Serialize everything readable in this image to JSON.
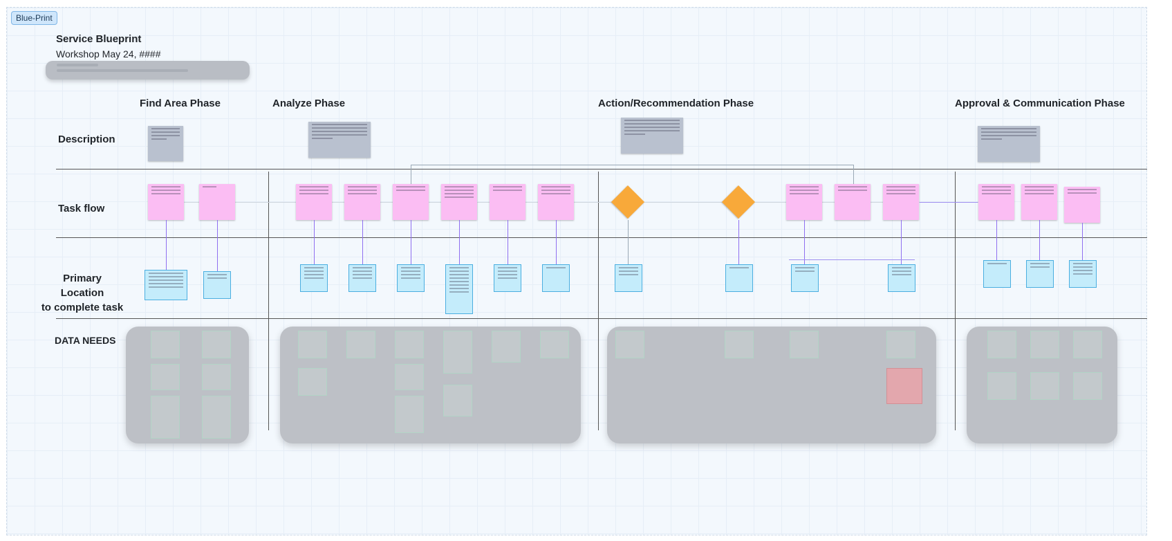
{
  "board": {
    "tag": "Blue-Print",
    "title": "Service Blueprint",
    "subtitle": "Workshop May 24, ####"
  },
  "phases": [
    "Find Area Phase",
    "Analyze Phase",
    "Action/Recommendation Phase",
    "Approval & Communication Phase"
  ],
  "rows": [
    "Description",
    "Task flow",
    "Primary Location\nto complete task",
    "DATA NEEDS"
  ],
  "colors": {
    "board": "#f3f8fd",
    "pink_note": "#fbbdf3",
    "cyan_box": "#c4ecfb",
    "diamond": "#f8a93a",
    "desc_note": "#b9c1cf",
    "blur_panel": "#bdc0c6",
    "connector": "#8f6ff0"
  }
}
